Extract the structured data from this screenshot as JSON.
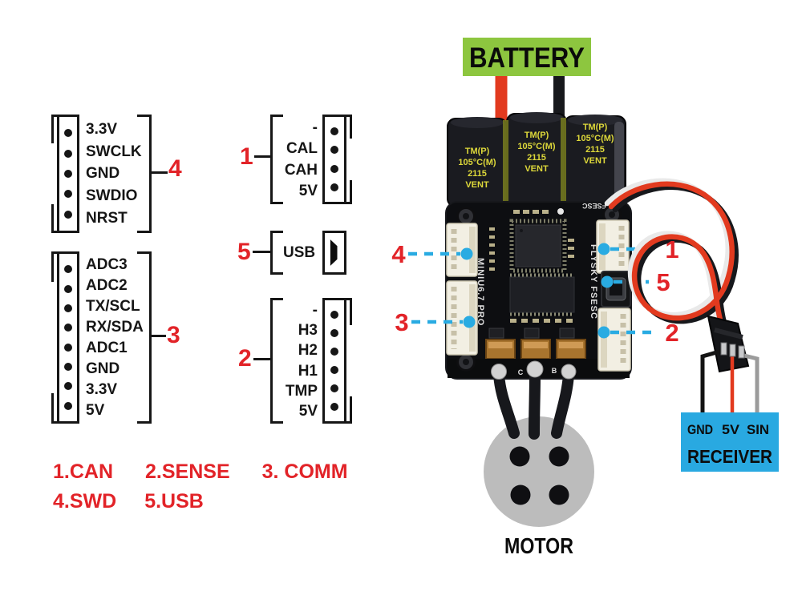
{
  "colors": {
    "red": "#e22328",
    "cyan": "#29abe2",
    "green": "#8dc63f",
    "receiver_blue": "#29a9e1",
    "ink": "#161616",
    "cap_yellow": "#ddd83a",
    "wire_red": "#e23a1f",
    "wire_black": "#17181c",
    "wire_white": "#e9e9e9",
    "wire_gray": "#9b9b9b",
    "pcb": "#0d0e11",
    "connector_white": "#f2efe3"
  },
  "pinout": {
    "can": {
      "number": "1",
      "pins": [
        "-",
        "CAL",
        "CAH",
        "5V"
      ]
    },
    "sense": {
      "number": "2",
      "pins": [
        "-",
        "H3",
        "H2",
        "H1",
        "TMP",
        "5V"
      ]
    },
    "comm": {
      "number": "3",
      "pins": [
        "ADC3",
        "ADC2",
        "TX/SCL",
        "RX/SDA",
        "ADC1",
        "GND",
        "3.3V",
        "5V"
      ]
    },
    "swd": {
      "number": "4",
      "pins": [
        "3.3V",
        "SWCLK",
        "GND",
        "SWDIO",
        "NRST"
      ]
    },
    "usb": {
      "number": "5",
      "label": "USB"
    }
  },
  "legend": {
    "row1": [
      "1.CAN",
      "2.SENSE",
      "3. COMM"
    ],
    "row2": [
      "4.SWD",
      "5.USB"
    ]
  },
  "photo": {
    "battery_label": "BATTERY",
    "motor_label": "MOTOR",
    "receiver_label": "RECEIVER",
    "receiver_pins": [
      "GND",
      "5V",
      "SIN"
    ],
    "callouts": {
      "can": "1",
      "sense": "2",
      "comm": "3",
      "swd": "4",
      "usb": "5"
    },
    "silkscreen_left": "MINIU6.7 PRO",
    "silkscreen_right": "FLYSKY FSESC",
    "silkscreen_top": "FSESC",
    "capacitor_print": [
      "TM(P)",
      "105°C(M)",
      "2115",
      "VENT"
    ],
    "phase_pad_labels": [
      "C",
      "B"
    ]
  }
}
